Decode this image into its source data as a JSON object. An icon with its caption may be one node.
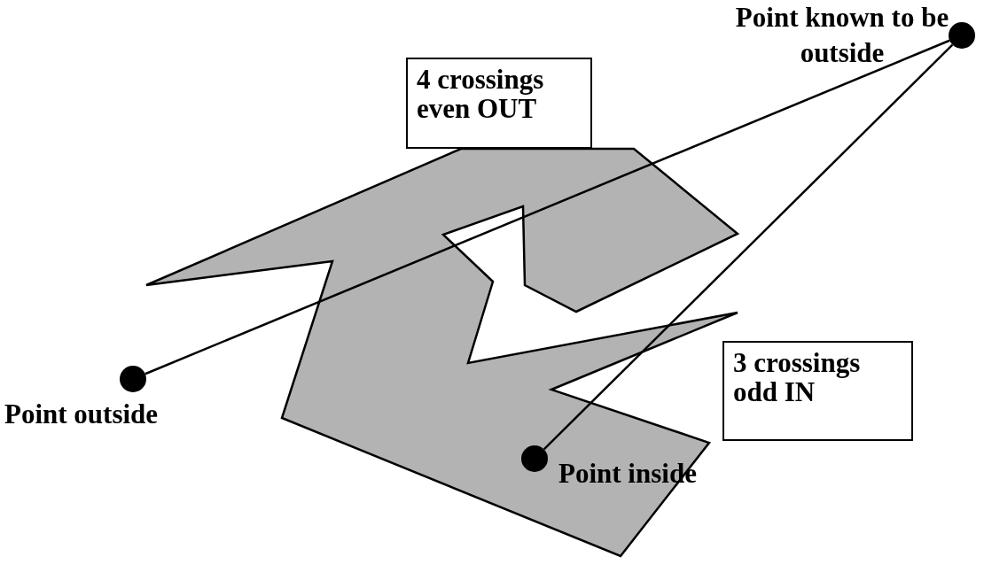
{
  "diagram": {
    "nodes": [
      {
        "text": [],
        "shape": "circle",
        "beside": [
          "Point known to be outside"
        ]
      },
      {
        "text": [],
        "shape": "circle",
        "beside": [
          "Point outside"
        ]
      },
      {
        "text": [],
        "shape": "circle",
        "beside": [
          "Point inside"
        ]
      },
      {
        "text": [
          "4 crossings even OUT"
        ]
      },
      {
        "text": [
          "3 crossings odd IN"
        ]
      }
    ],
    "edges": [
      {
        "from": 1,
        "to": 0,
        "arrow": "none"
      },
      {
        "from": 2,
        "to": 0,
        "arrow": "none"
      }
    ]
  }
}
